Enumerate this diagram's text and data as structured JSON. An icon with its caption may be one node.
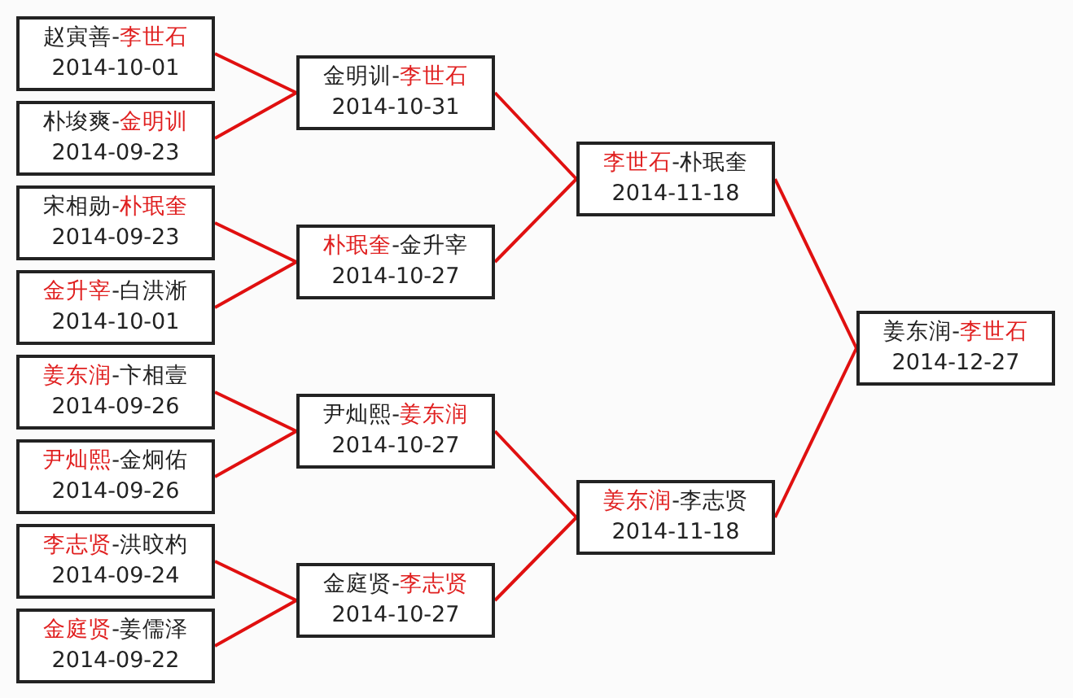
{
  "diagram": {
    "nodes": [
      {
        "text": [
          "赵寅善-**李世石**",
          "2014-10-01"
        ]
      },
      {
        "text": [
          "朴埈爽-**金明训**",
          "2014-09-23"
        ]
      },
      {
        "text": [
          "宋相勋-**朴珉奎**",
          "2014-09-23"
        ]
      },
      {
        "text": [
          "**金升宰**-白洪淅",
          "2014-10-01"
        ]
      },
      {
        "text": [
          "**姜东润**-卞相壹",
          "2014-09-26"
        ]
      },
      {
        "text": [
          "**尹灿熙**-金炯佑",
          "2014-09-26"
        ]
      },
      {
        "text": [
          "**李志贤**-洪旼杓",
          "2014-09-24"
        ]
      },
      {
        "text": [
          "**金庭贤**-姜儒泽",
          "2014-09-22"
        ]
      },
      {
        "text": [
          "金明训-**李世石**",
          "2014-10-31"
        ]
      },
      {
        "text": [
          "**朴珉奎**-金升宰",
          "2014-10-27"
        ]
      },
      {
        "text": [
          "尹灿熙-**姜东润**",
          "2014-10-27"
        ]
      },
      {
        "text": [
          "金庭贤-**李志贤**",
          "2014-10-27"
        ]
      },
      {
        "text": [
          "**李世石**-朴珉奎",
          "2014-11-18"
        ]
      },
      {
        "text": [
          "**姜东润**-李志贤",
          "2014-11-18"
        ]
      },
      {
        "text": [
          "姜东润-**李世石**",
          "2014-12-27"
        ]
      }
    ],
    "edges": [
      {
        "from": 0,
        "to": 8,
        "arrow": "none"
      },
      {
        "from": 1,
        "to": 8,
        "arrow": "none"
      },
      {
        "from": 2,
        "to": 9,
        "arrow": "none"
      },
      {
        "from": 3,
        "to": 9,
        "arrow": "none"
      },
      {
        "from": 4,
        "to": 10,
        "arrow": "none"
      },
      {
        "from": 5,
        "to": 10,
        "arrow": "none"
      },
      {
        "from": 6,
        "to": 11,
        "arrow": "none"
      },
      {
        "from": 7,
        "to": 11,
        "arrow": "none"
      },
      {
        "from": 8,
        "to": 12,
        "arrow": "none"
      },
      {
        "from": 9,
        "to": 12,
        "arrow": "none"
      },
      {
        "from": 10,
        "to": 13,
        "arrow": "none"
      },
      {
        "from": 11,
        "to": 13,
        "arrow": "none"
      },
      {
        "from": 12,
        "to": 14,
        "arrow": "none"
      },
      {
        "from": 13,
        "to": 14,
        "arrow": "none"
      }
    ]
  }
}
